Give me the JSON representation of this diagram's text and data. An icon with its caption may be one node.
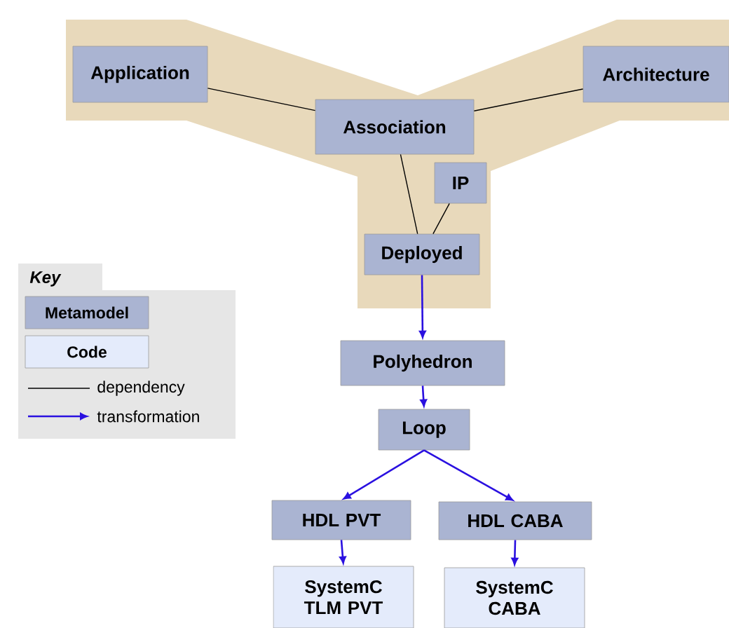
{
  "diagram": {
    "nodes": [
      {
        "text": [
          "Application"
        ]
      },
      {
        "text": [
          "Architecture"
        ]
      },
      {
        "text": [
          "Association"
        ]
      },
      {
        "text": [
          "IP"
        ]
      },
      {
        "text": [
          "Deployed"
        ]
      },
      {
        "text": [
          "Polyhedron"
        ]
      },
      {
        "text": [
          "Loop"
        ]
      },
      {
        "text": [
          "HDL PVT"
        ]
      },
      {
        "text": [
          "HDL CABA"
        ]
      },
      {
        "text": [
          "SystemC TLM PVT"
        ]
      },
      {
        "text": [
          "SystemC CABA"
        ]
      }
    ],
    "edges": [
      {
        "from": 0,
        "to": 2,
        "arrow": "none",
        "color": "#000000"
      },
      {
        "from": 1,
        "to": 2,
        "arrow": "none",
        "color": "#000000"
      },
      {
        "from": 2,
        "to": 4,
        "arrow": "none",
        "color": "#000000"
      },
      {
        "from": 3,
        "to": 4,
        "arrow": "none",
        "color": "#000000"
      },
      {
        "from": 4,
        "to": 5,
        "arrow": "to"
      },
      {
        "from": 5,
        "to": 6,
        "arrow": "to"
      },
      {
        "from": 6,
        "to": 7,
        "arrow": "to"
      },
      {
        "from": 6,
        "to": 8,
        "arrow": "to"
      },
      {
        "from": 7,
        "to": 9,
        "arrow": "to"
      },
      {
        "from": 8,
        "to": 10,
        "arrow": "to"
      }
    ],
    "labels": [
      "Key"
    ],
    "legend": [
      {
        "text": "Metamodel",
        "color": "#aab4d2"
      },
      {
        "text": "Code",
        "color": "#e4ebfb"
      },
      {
        "text": "dependency"
      },
      {
        "text": "transformation"
      }
    ]
  }
}
